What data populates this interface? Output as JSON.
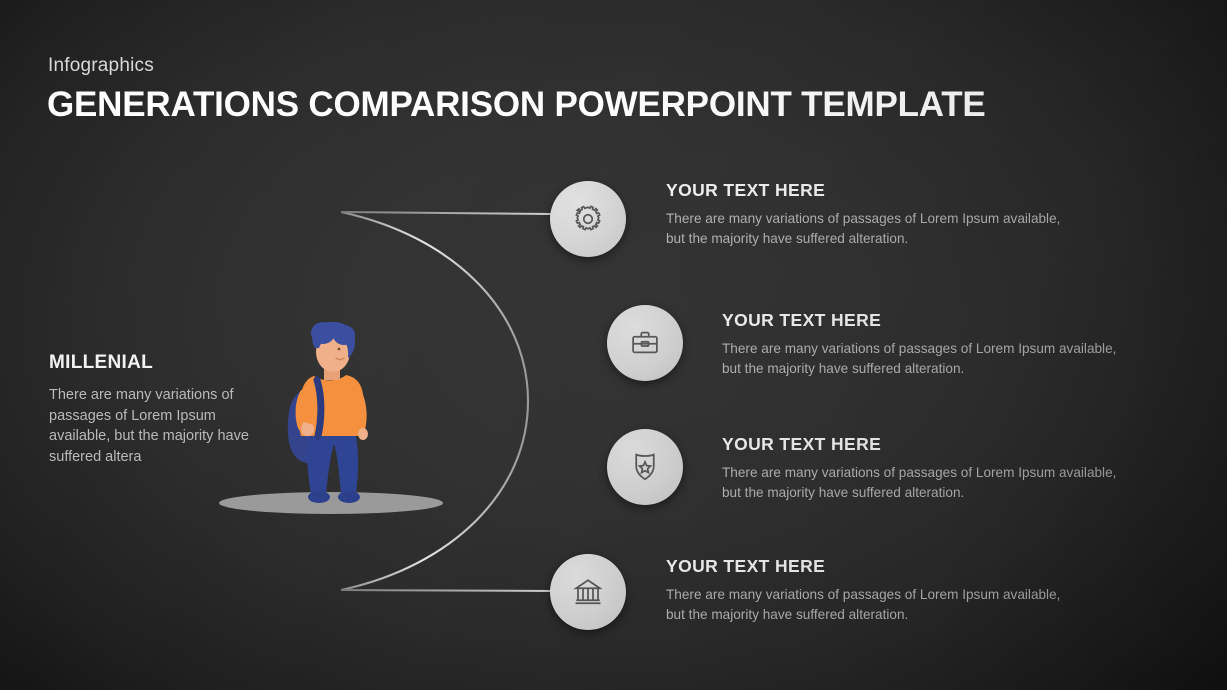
{
  "header": {
    "eyebrow": "Infographics",
    "title": "GENERATIONS COMPARISON POWERPOINT TEMPLATE"
  },
  "left_panel": {
    "title": "MILLENIAL",
    "body": "There are many variations of passages of Lorem Ipsum available, but the majority have suffered altera"
  },
  "illustration": {
    "name": "millenial-character",
    "colors": {
      "hair": "#3b4da0",
      "skin": "#f0b08a",
      "shirt": "#f5903e",
      "pants": "#2e4494",
      "backpack": "#33438c",
      "shoes": "#2c3f8c",
      "shadow": "#9a9a9a"
    }
  },
  "items": [
    {
      "icon": "gear-icon",
      "title": "YOUR TEXT HERE",
      "body": "There are many variations of passages of Lorem Ipsum available, but the majority have suffered alteration."
    },
    {
      "icon": "briefcase-icon",
      "title": "YOUR TEXT HERE",
      "body": "There are many variations of passages of Lorem Ipsum available, but the majority have suffered alteration."
    },
    {
      "icon": "shield-star-icon",
      "title": "YOUR TEXT HERE",
      "body": "There are many variations of passages of Lorem Ipsum available, but the majority have suffered alteration."
    },
    {
      "icon": "bank-icon",
      "title": "YOUR TEXT HERE",
      "body": "There are many variations of passages of Lorem Ipsum available, but the majority have suffered alteration."
    }
  ],
  "theme": {
    "background_dark": "#101010",
    "background_center": "#343434",
    "circle_fill": "#d8d8d8",
    "icon_stroke": "#555555",
    "title_color": "#ffffff",
    "body_color": "#b6b6b6",
    "line_color": "#b9b9b9"
  }
}
